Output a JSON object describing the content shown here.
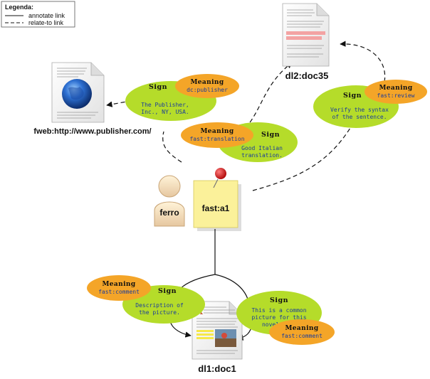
{
  "legend": {
    "title": "Legenda:",
    "annotate": "annotate link",
    "relate": "relate-to link"
  },
  "docs": {
    "publisher_label": "fweb:http://www.publisher.com/",
    "doc35_label": "dl2:doc35",
    "doc1_label": "dl1:doc1",
    "annotation_label": "fast:a1",
    "author_label": "ferro"
  },
  "signs": {
    "publisher": {
      "sign_title": "Sign",
      "text": [
        "The Publisher,",
        "Inc., NY, USA."
      ],
      "meaning_title": "Meaning",
      "meaning_value": "dc:publisher"
    },
    "translation": {
      "sign_title": "Sign",
      "text": [
        "Good Italian",
        "translation."
      ],
      "meaning_title": "Meaning",
      "meaning_value": "fast:translation"
    },
    "review": {
      "sign_title": "Sign",
      "text": [
        "Verify the syntax",
        "of the sentence."
      ],
      "meaning_title": "Meaning",
      "meaning_value": "fast:review"
    },
    "picture": {
      "sign_title": "Sign",
      "text": [
        "Description of",
        "the picture."
      ],
      "meaning_title": "Meaning",
      "meaning_value": "fast:comment"
    },
    "novel": {
      "sign_title": "Sign",
      "text": [
        "This is a common",
        "picture for this",
        "novel"
      ],
      "meaning_title": "Meaning",
      "meaning_value": "fast:comment"
    }
  },
  "doc1_dropcap": "A",
  "colors": {
    "sign_fill": "#b5dc2a",
    "meaning_fill": "#f4a528",
    "mono_text": "#1a3c9c",
    "note_fill": "#fbf19a"
  }
}
